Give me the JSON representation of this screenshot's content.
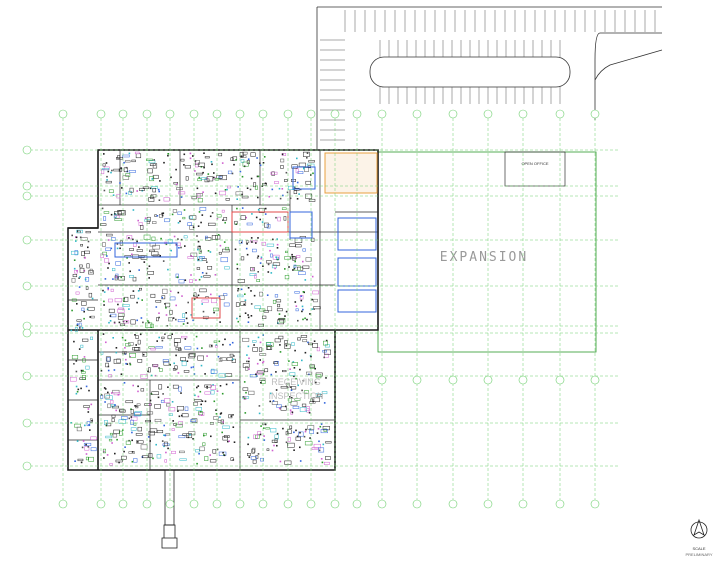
{
  "plan": {
    "expansion_label": "EXPANSION",
    "office_label": "OPEN\nOFFICE",
    "ghost_text_1": "RECEIVING",
    "ghost_text_2": "INSPECTION",
    "scale_label": "SCALE",
    "scale_note": "PRELIMINARY"
  },
  "colors": {
    "grid": "#6fcf6f",
    "wall": "#1a1a1a",
    "red": "#e04848",
    "blue": "#3366dd",
    "magenta": "#d060d0",
    "orange": "#e8a040",
    "cyan": "#30b8c8"
  }
}
